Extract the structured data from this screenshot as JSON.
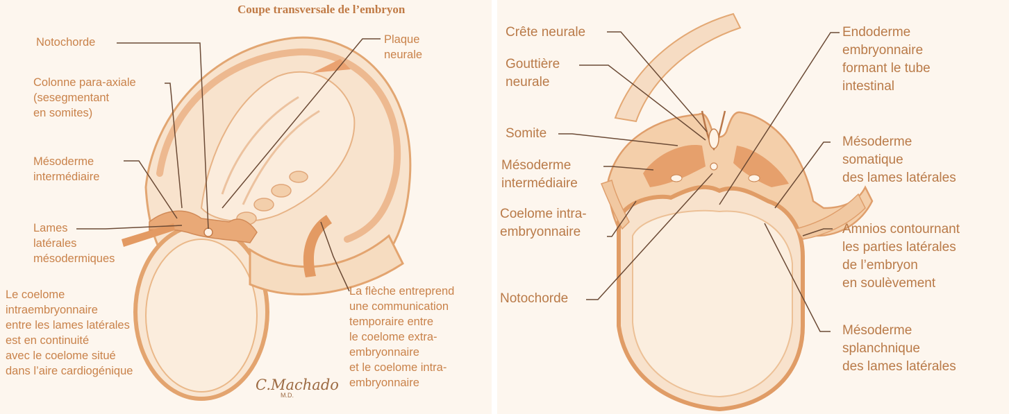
{
  "left_panel": {
    "title": "Coupe transversale de l’embryon",
    "labels": {
      "notochorde": "Notochorde",
      "plaque_neurale": "Plaque\nneurale",
      "colonne_para_axiale": "Colonne para-axiale\n(sesegmentant\nen somites)",
      "mesoderme_intermediaire": "Mésoderme\nintermédiaire",
      "lames_laterales": "Lames\nlatérales\nmésodermiques",
      "coelome_note": "Le coelome\nintraembryonnaire\nentre les lames latérales\nest en continuité\navec le coelome situé\ndans l’aire cardiogénique",
      "fleche_note": "La flèche entreprend\nune communication\ntemporaire entre\nle coelome extra-\nembryonnaire\net le coelome intra-\nembryonnaire"
    },
    "signature": "C.Machado",
    "signature_md": "M.D."
  },
  "right_panel": {
    "labels": {
      "crete_neurale": "Crête neurale",
      "gouttiere_neurale": "Gouttière\nneurale",
      "somite": "Somite",
      "mesoderme_intermediaire": "Mésoderme\nintermédiaire",
      "coelome_intra": "Coelome intra-\nembryonnaire",
      "notochorde": "Notochorde",
      "endoderme": "Endoderme\nembryonnaire\nformant le tube\nintestinal",
      "mesoderme_somatique": "Mésoderme\nsomatique\ndes lames latérales",
      "amnios": "Amnios contournant\nles parties latérales\nde l’embryon\nen soulèvement",
      "mesoderme_splanchnique": "Mésoderme\nsplanchnique\ndes lames latérales"
    }
  },
  "colors": {
    "label_text": "#c9824a",
    "leader_lines": "#6b4a35",
    "tissue_light": "#f6dcc3",
    "tissue_mid": "#eab68a",
    "tissue_dark": "#d98f5a",
    "background": "#fdf6ee"
  }
}
